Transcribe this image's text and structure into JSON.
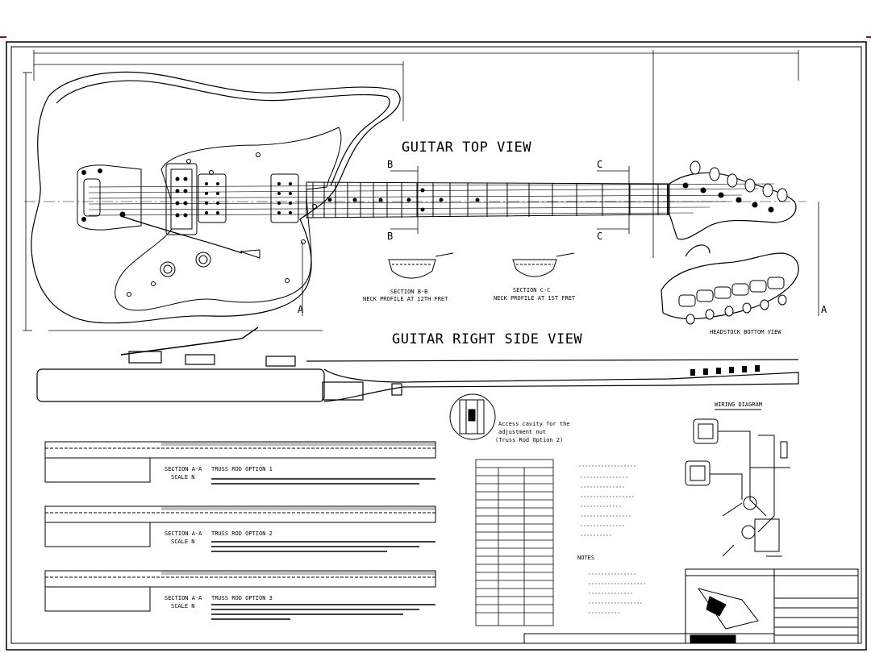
{
  "views": {
    "top_title": "GUITAR TOP VIEW",
    "side_title": "GUITAR RIGHT SIDE VIEW"
  },
  "section_markers": {
    "b": "B",
    "c": "C",
    "a": "A"
  },
  "neck_sections": {
    "b_title": "SECTION B-B",
    "b_caption": "NECK PROFILE AT 12TH FRET",
    "c_title": "SECTION C-C",
    "c_caption": "NECK PROFILE AT 1ST FRET"
  },
  "headstock_caption": "HEADSTOCK BOTTOM VIEW",
  "cavity_note": {
    "line1": "Access cavity for the",
    "line2": "adjustment nut",
    "line3": "(Truss Rod Option 2)"
  },
  "truss_sections": [
    {
      "section": "SECTION A-A",
      "scale": "SCALE N",
      "option": "TRUSS ROD OPTION 1"
    },
    {
      "section": "SECTION A-A",
      "scale": "SCALE N",
      "option": "TRUSS ROD OPTION 2"
    },
    {
      "section": "SECTION A-A",
      "scale": "SCALE N",
      "option": "TRUSS ROD OPTION 3"
    }
  ],
  "wiring_title": "WIRING DIAGRAM",
  "notes_title": "NOTES"
}
